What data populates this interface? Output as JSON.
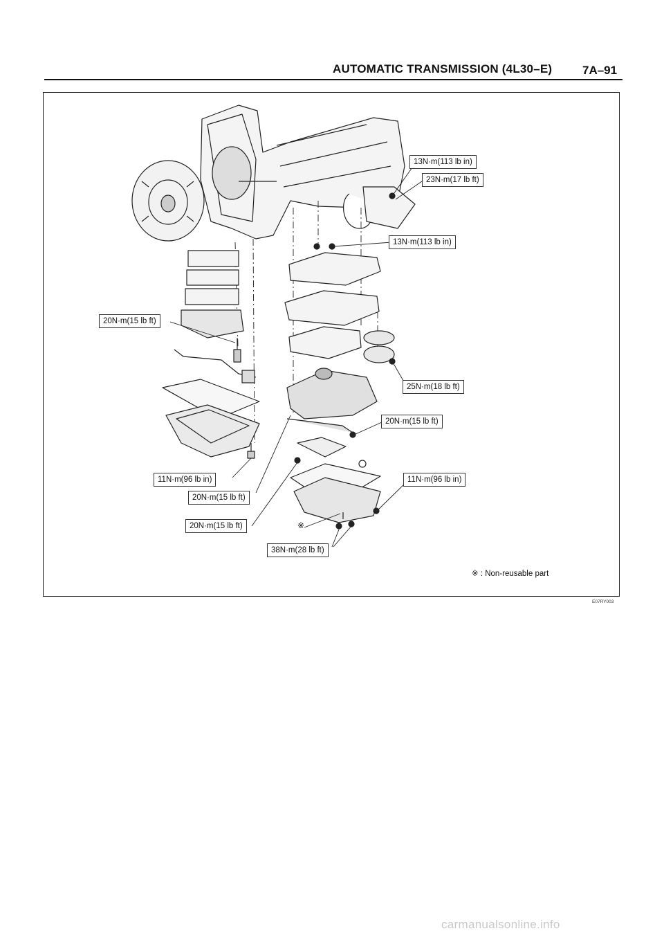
{
  "header": {
    "title": "AUTOMATIC TRANSMISSION (4L30–E)",
    "page": "7A–91"
  },
  "labels": {
    "torque_13nm_top": "13N·m(113 lb in)",
    "torque_23nm": "23N·m(17 lb ft)",
    "torque_13nm_mid": "13N·m(113 lb in)",
    "torque_20nm_left": "20N·m(15 lb ft)",
    "torque_25nm": "25N·m(18 lb ft)",
    "torque_20nm_right": "20N·m(15 lb ft)",
    "torque_11nm_left": "11N·m(96 lb in)",
    "torque_11nm_right": "11N·m(96 lb in)",
    "torque_20nm_lower1": "20N·m(15 lb ft)",
    "torque_20nm_lower2": "20N·m(15 lb ft)",
    "torque_38nm": "38N·m(28 lb ft)"
  },
  "marks": {
    "non_reusable_symbol": "※"
  },
  "footnote": "※ : Non-reusable part",
  "figure_code": "E07RY003",
  "watermark": "carmanualsonline.info"
}
